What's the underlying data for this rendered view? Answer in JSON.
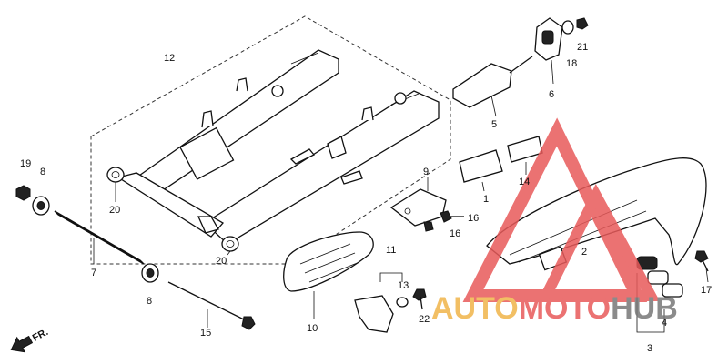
{
  "callouts": {
    "c1": "1",
    "c2": "2",
    "c3": "3",
    "c4": "4",
    "c5": "5",
    "c6": "6",
    "c7": "7",
    "c8a": "8",
    "c8b": "8",
    "c9": "9",
    "c10": "10",
    "c11": "11",
    "c12": "12",
    "c13": "13",
    "c14": "14",
    "c15": "15",
    "c16a": "16",
    "c16b": "16",
    "c17": "17",
    "c18": "18",
    "c19": "19",
    "c20a": "20",
    "c20b": "20",
    "c21": "21",
    "c22": "22"
  },
  "direction": {
    "label": "FR."
  },
  "watermark": {
    "part1": "AUTO",
    "part2": "MOTO",
    "part3": "HUB",
    "colors": {
      "auto": "#f0b44a",
      "moto": "#e85a5a",
      "hub": "#777777"
    }
  }
}
